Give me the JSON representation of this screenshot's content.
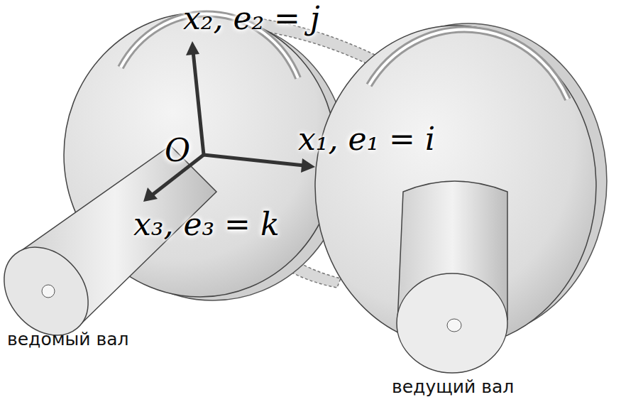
{
  "diagram": {
    "labels": [
      "x₂, e₂ = j",
      "O",
      "x₁, e₁ = i",
      "x₃, e₃ = k",
      "ведомый вал",
      "ведущий вал"
    ]
  }
}
